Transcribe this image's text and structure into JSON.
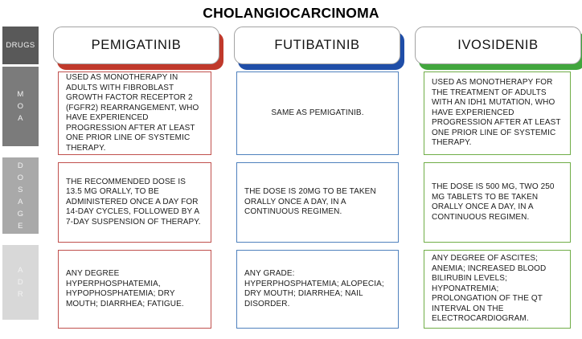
{
  "title": "CHOLANGIOCARCINOMA",
  "sidebar": {
    "drugs_label": "DRUGS",
    "moa_label": "M\nO\nA",
    "dosage_label": "D\nO\nS\nA\nG\nE",
    "adr_label": "A\nD\nR",
    "colors": {
      "drugs": "#595959",
      "moa": "#7B7B7B",
      "dosage": "#A9A9A9",
      "adr": "#D8D8D8"
    }
  },
  "columns": [
    {
      "name": "PEMIGATINIB",
      "shadow_color": "#C0392B",
      "border_color": "#C0504D",
      "moa": "USED AS MONOTHERAPY IN ADULTS WITH FIBROBLAST GROWTH FACTOR RECEPTOR 2 (FGFR2) REARRANGEMENT, WHO HAVE EXPERIENCED PROGRESSION AFTER AT LEAST ONE PRIOR LINE OF SYSTEMIC THERAPY.",
      "dosage": "THE RECOMMENDED DOSE IS 13.5 MG ORALLY, TO BE ADMINISTERED ONCE A DAY FOR 14-DAY CYCLES, FOLLOWED BY A 7-DAY SUSPENSION OF THERAPY.",
      "adr": "ANY DEGREE HYPERPHOSPHATEMIA, HYPOPHOSPHATEMIA; DRY MOUTH; DIARRHEA; FATIGUE."
    },
    {
      "name": "FUTIBATINIB",
      "shadow_color": "#1F4EA8",
      "border_color": "#4F81BD",
      "moa": "SAME AS PEMIGATINIB.",
      "dosage": "THE DOSE IS 20MG TO BE TAKEN ORALLY ONCE A DAY, IN A CONTINUOUS REGIMEN.",
      "adr": "ANY GRADE: HYPERPHOSPHATEMIA; ALOPECIA; DRY MOUTH; DIARRHEA; NAIL DISORDER."
    },
    {
      "name": "IVOSIDENIB",
      "shadow_color": "#41A63D",
      "border_color": "#70AD47",
      "moa": "USED AS MONOTHERAPY FOR THE TREATMENT OF ADULTS WITH AN IDH1 MUTATION, WHO HAVE EXPERIENCED PROGRESSION AFTER AT LEAST ONE PRIOR LINE OF SYSTEMIC THERAPY.",
      "dosage": "THE DOSE IS 500 MG, TWO 250 MG TABLETS TO BE TAKEN ORALLY ONCE A DAY, IN A CONTINUOUS REGIMEN.",
      "adr": "ANY DEGREE OF ASCITES; ANEMIA; INCREASED BLOOD BILIRUBIN LEVELS; HYPONATREMIA; PROLONGATION OF THE QT INTERVAL ON THE ELECTROCARDIOGRAM."
    }
  ]
}
